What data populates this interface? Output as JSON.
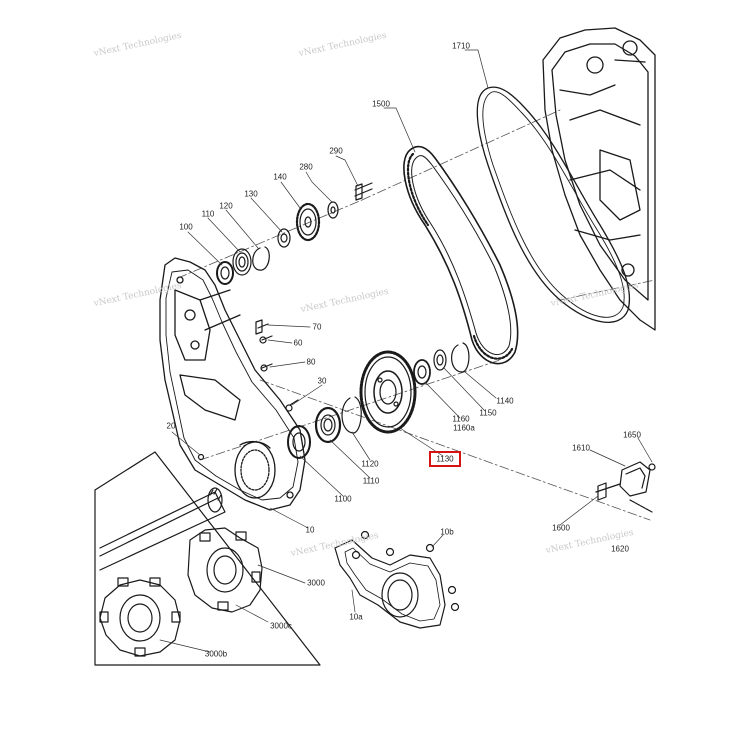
{
  "diagram": {
    "highlighted_part": "1130",
    "watermark_text": "vNext Technologies",
    "callouts": [
      {
        "id": "1710"
      },
      {
        "id": "1500"
      },
      {
        "id": "290"
      },
      {
        "id": "280"
      },
      {
        "id": "140"
      },
      {
        "id": "130"
      },
      {
        "id": "120"
      },
      {
        "id": "110"
      },
      {
        "id": "100"
      },
      {
        "id": "70"
      },
      {
        "id": "60"
      },
      {
        "id": "80"
      },
      {
        "id": "30"
      },
      {
        "id": "20"
      },
      {
        "id": "1140"
      },
      {
        "id": "1150"
      },
      {
        "id": "1160"
      },
      {
        "id": "1160a"
      },
      {
        "id": "1130"
      },
      {
        "id": "1120"
      },
      {
        "id": "1110"
      },
      {
        "id": "1100"
      },
      {
        "id": "10"
      },
      {
        "id": "1650"
      },
      {
        "id": "1610"
      },
      {
        "id": "1600"
      },
      {
        "id": "1620"
      },
      {
        "id": "10b"
      },
      {
        "id": "10a"
      },
      {
        "id": "3000"
      },
      {
        "id": "3000c"
      },
      {
        "id": "3000b"
      }
    ]
  }
}
